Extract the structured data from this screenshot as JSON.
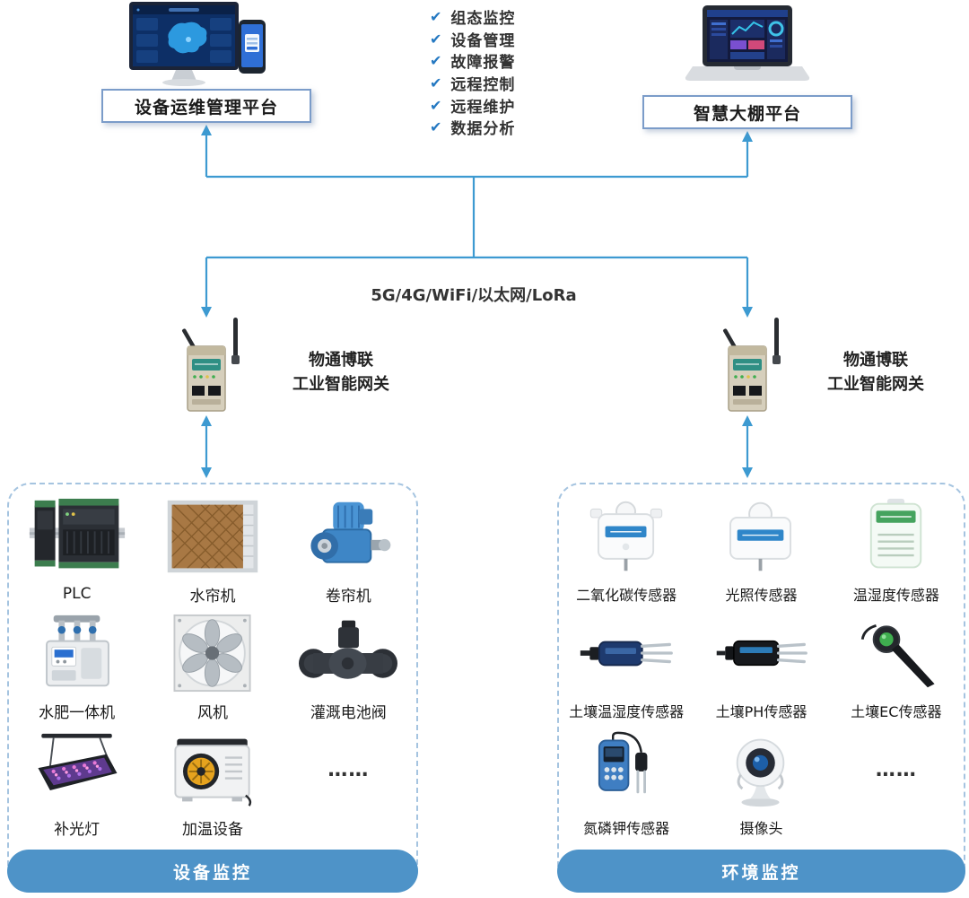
{
  "colors": {
    "connector_blue": "#3d9ad1",
    "group_bar_blue": "#4e93c8",
    "box_border_blue": "#7b9cc9"
  },
  "platforms": {
    "left": {
      "label": "设备运维管理平台"
    },
    "right": {
      "label": "智慧大棚平台"
    }
  },
  "features": {
    "items": [
      "组态监控",
      "设备管理",
      "故障报警",
      "远程控制",
      "远程维护",
      "数据分析"
    ]
  },
  "network": {
    "label": "5G/4G/WiFi/以太网/LoRa",
    "gateway_line1": "物通博联",
    "gateway_line2": "工业智能网关"
  },
  "device_group": {
    "title": "设备监控",
    "items": [
      {
        "label": "PLC",
        "icon": "plc-icon"
      },
      {
        "label": "水帘机",
        "icon": "cooling-pad-icon"
      },
      {
        "label": "卷帘机",
        "icon": "roller-motor-icon"
      },
      {
        "label": "水肥一体机",
        "icon": "fertigation-machine-icon"
      },
      {
        "label": "风机",
        "icon": "fan-icon"
      },
      {
        "label": "灌溉电池阀",
        "icon": "irrigation-valve-icon"
      },
      {
        "label": "补光灯",
        "icon": "grow-light-icon"
      },
      {
        "label": "加温设备",
        "icon": "heater-icon"
      },
      {
        "label": "……",
        "icon": "ellipsis"
      }
    ]
  },
  "env_group": {
    "title": "环境监控",
    "items": [
      {
        "label": "二氧化碳传感器",
        "icon": "co2-sensor-icon"
      },
      {
        "label": "光照传感器",
        "icon": "light-sensor-icon"
      },
      {
        "label": "温湿度传感器",
        "icon": "temp-humidity-sensor-icon"
      },
      {
        "label": "土壤温湿度传感器",
        "icon": "soil-temp-humidity-sensor-icon"
      },
      {
        "label": "土壤PH传感器",
        "icon": "soil-ph-sensor-icon"
      },
      {
        "label": "土壤EC传感器",
        "icon": "soil-ec-sensor-icon"
      },
      {
        "label": "氮磷钾传感器",
        "icon": "npk-sensor-icon"
      },
      {
        "label": "摄像头",
        "icon": "camera-icon"
      },
      {
        "label": "……",
        "icon": "ellipsis"
      }
    ]
  }
}
